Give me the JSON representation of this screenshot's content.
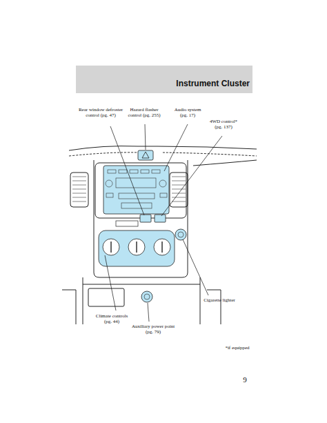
{
  "diagram": {
    "title": "Instrument Cluster",
    "labels": [
      "Rear window defroster control (pg. 47)",
      "Hazard flasher control (pg. 255)",
      "Audio system (pg. 17)",
      "4WD control* (pg. 137)",
      "Cigarette lighter",
      "Climate controls (pg. 44)",
      "Auxiliary power point (pg. 79)",
      "*if equipped",
      "9"
    ]
  }
}
